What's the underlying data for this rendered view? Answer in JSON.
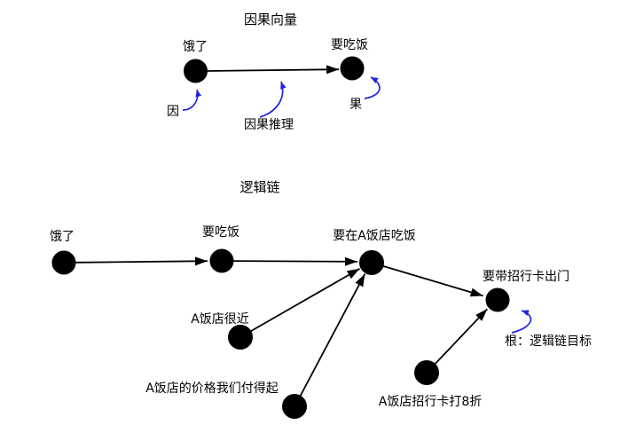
{
  "colors": {
    "annotation_blue": "#2222dd",
    "node_black": "#000000",
    "background": "#ffffff"
  },
  "causal_vector": {
    "title": "因果向量",
    "cause_node_label": "饿了",
    "effect_node_label": "要吃饭",
    "annotations": {
      "cause": "因",
      "inference": "因果推理",
      "effect": "果"
    }
  },
  "logic_chain": {
    "title": "逻辑链",
    "nodes": {
      "hungry": "饿了",
      "want_to_eat": "要吃饭",
      "eat_at_restaurant_a": "要在A饭店吃饭",
      "bring_cmb_card_out": "要带招行卡出门",
      "restaurant_a_near": "A饭店很近",
      "restaurant_a_affordable": "A饭店的价格我们付得起",
      "restaurant_a_cmb_discount": "A饭店招行卡打8折"
    },
    "annotations": {
      "root": "根：逻辑链目标"
    }
  }
}
